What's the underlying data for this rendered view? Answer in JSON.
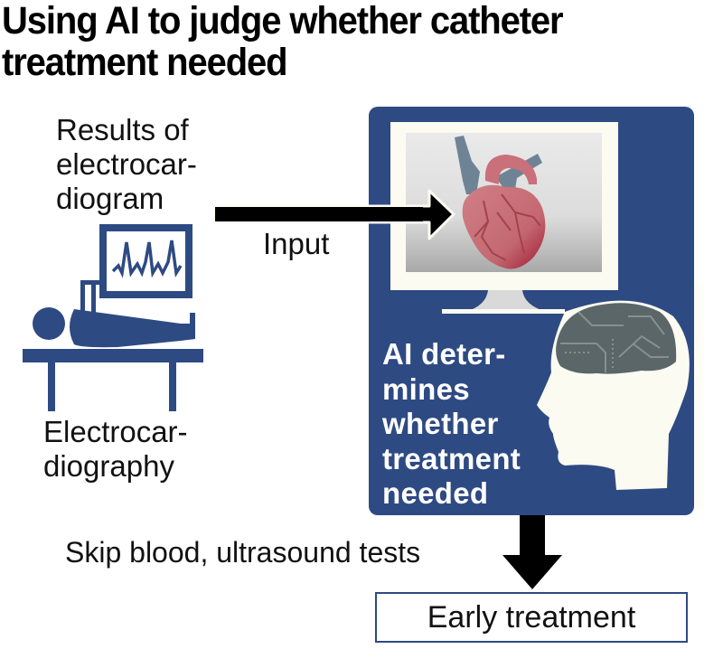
{
  "title": {
    "line1": "Using AI to judge whether catheter",
    "line2": "treatment needed"
  },
  "left": {
    "results_label": [
      "Results of",
      "electrocar-",
      "diogram"
    ],
    "device_label": [
      "Electrocar-",
      "diography"
    ]
  },
  "arrow_input": {
    "label": "Input"
  },
  "ai_panel": {
    "text_lines": [
      "AI deter-",
      "mines",
      "whether",
      "treatment",
      "needed"
    ]
  },
  "skip_label": "Skip blood, ultrasound tests",
  "result_box": {
    "label": "Early treatment"
  },
  "icons": {
    "patient": "patient-on-bed-icon",
    "ecg_monitor": "ecg-monitor-icon",
    "heart": "heart-icon",
    "computer": "computer-monitor-icon",
    "ai_head": "ai-brain-head-icon"
  },
  "colors": {
    "navy": "#2e4a83",
    "heart": "#c9707a",
    "vessel": "#6e8494",
    "brain": "#5a6668",
    "cream": "#fcfbf2"
  }
}
